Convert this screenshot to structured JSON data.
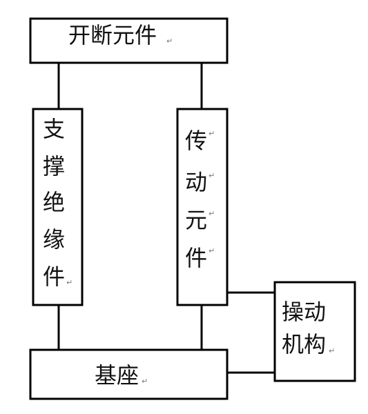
{
  "diagram": {
    "top_box": {
      "label": "开断元件",
      "mark": "↵"
    },
    "left_column": {
      "chars": [
        "支",
        "撑",
        "绝",
        "缘",
        "件"
      ],
      "mark": "↵"
    },
    "right_column": {
      "chars": [
        "传",
        "动",
        "元",
        "件"
      ],
      "marks": [
        "↵",
        "↵",
        "↵",
        "↵"
      ]
    },
    "mechanism_box": {
      "line1": "操动",
      "line2": "机构",
      "mark": "↵"
    },
    "base_box": {
      "label": "基座",
      "mark": "↵"
    },
    "colors": {
      "stroke": "#000000",
      "fill": "#ffffff",
      "text": "#111111"
    }
  }
}
